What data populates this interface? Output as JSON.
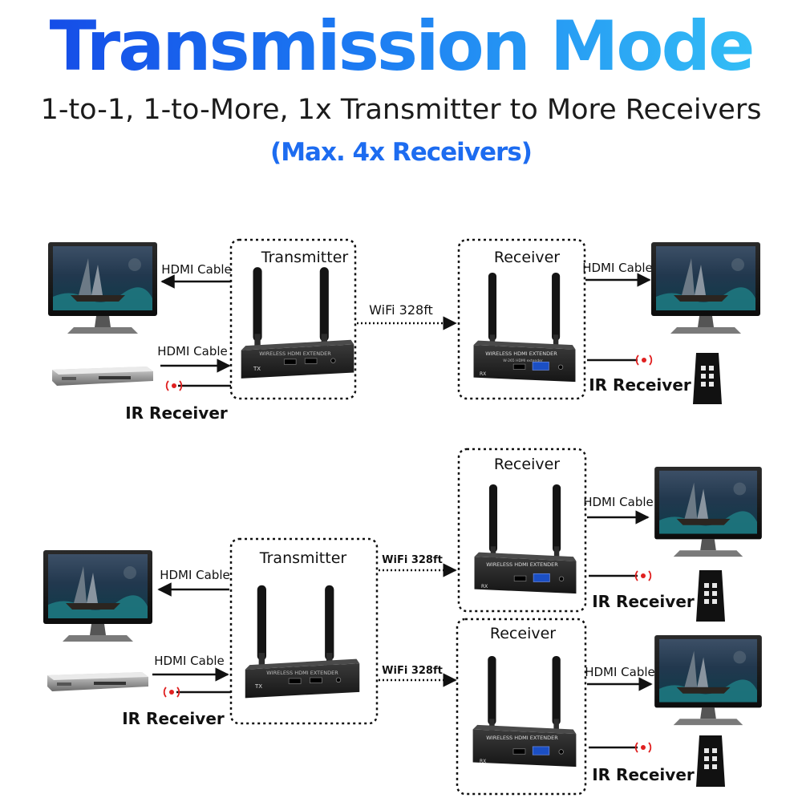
{
  "header": {
    "title": "Transmission Mode",
    "subtitle": "1-to-1, 1-to-More, 1x Transmitter to More Receivers",
    "note": "(Max. 4x Receivers)"
  },
  "colors": {
    "title_gradient_start": "#1446e6",
    "title_gradient_end": "#36c6f6",
    "note": "#1d6cf0",
    "ir_signal": "#e02020"
  },
  "diagram1": {
    "transmitter_label": "Transmitter",
    "receiver_label": "Receiver",
    "hdmi_out_label": "HDMI Cable",
    "hdmi_in_label": "HDMI Cable",
    "wifi_label": "WiFi 328ft",
    "ir_tx_label": "IR Receiver",
    "rx_hdmi_label": "HDMI Cable",
    "rx_ir_label": "IR Receiver"
  },
  "diagram2": {
    "transmitter_label": "Transmitter",
    "hdmi_out_label": "HDMI Cable",
    "hdmi_in_label": "HDMI Cable",
    "ir_tx_label": "IR Receiver",
    "receiver1": {
      "label": "Receiver",
      "wifi_label": "WiFi 328ft",
      "hdmi_label": "HDMI Cable",
      "ir_label": "IR Receiver"
    },
    "receiver2": {
      "label": "Receiver",
      "wifi_label": "WiFi 328ft",
      "hdmi_label": "HDMI Cable",
      "ir_label": "IR Receiver"
    }
  },
  "device_text": {
    "tx_panel": "WIRELESS HDMI EXTENDER",
    "tx_badge": "TX",
    "rx_panel": "WIRELESS HDMI EXTENDER",
    "rx_sub": "W-265 HDMI extender",
    "rx_badge": "RX"
  }
}
